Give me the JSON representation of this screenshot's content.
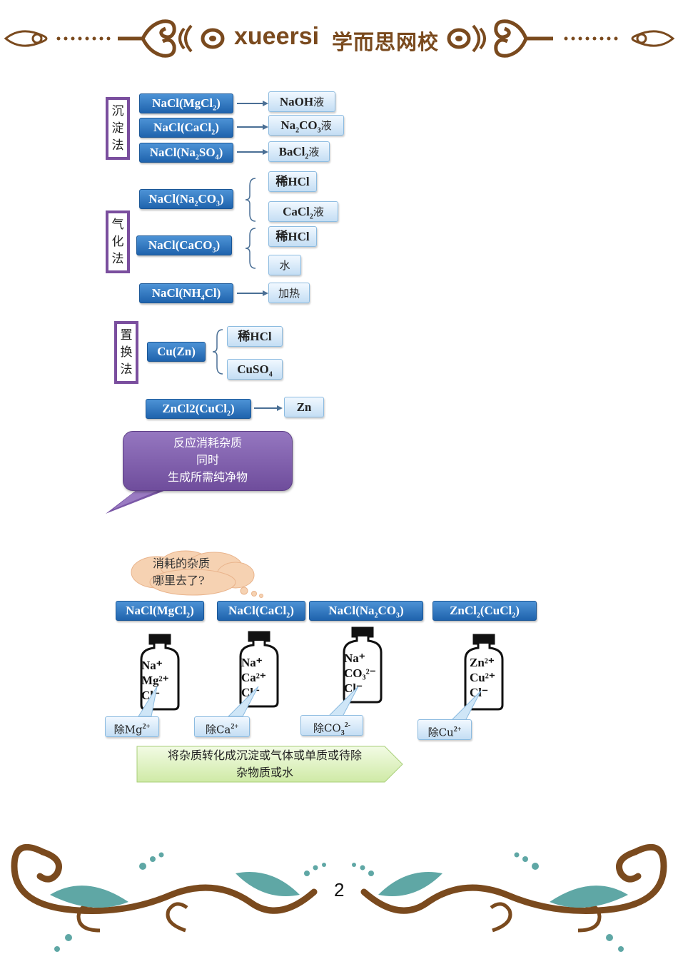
{
  "header": {
    "brand_en": "xueersi",
    "brand_cn": "学而思网校"
  },
  "section1": {
    "label": [
      "沉",
      "淀",
      "法"
    ],
    "rows": [
      {
        "impure": [
          "NaCl(MgCl",
          "2",
          ")"
        ],
        "reagent": [
          "NaOH",
          "",
          "液"
        ]
      },
      {
        "impure": [
          "NaCl(CaCl",
          "2",
          ")"
        ],
        "reagent": [
          "Na",
          "2",
          "CO",
          "3",
          "液"
        ]
      },
      {
        "impure": [
          "NaCl(Na",
          "2",
          "SO",
          "4",
          ")"
        ],
        "reagent": [
          "BaCl",
          "2",
          "液"
        ]
      }
    ]
  },
  "section2": {
    "label": [
      "气",
      "化",
      "法"
    ],
    "na2co3": {
      "impure": [
        "NaCl(Na",
        "2",
        "CO",
        "3",
        ")"
      ],
      "opt1": "稀HCl",
      "opt2": [
        "CaCl",
        "2",
        "液"
      ]
    },
    "caco3": {
      "impure": [
        "NaCl(CaCO",
        "3",
        ")"
      ],
      "opt1": "稀HCl",
      "opt2": "水"
    },
    "nh4cl": {
      "impure": [
        "NaCl(NH",
        "4",
        "Cl)"
      ],
      "reagent": "加热"
    }
  },
  "section3": {
    "label": [
      "置",
      "换",
      "法"
    ],
    "cuzn": {
      "impure": "Cu(Zn)",
      "opt1": "稀HCl",
      "opt2": [
        "CuSO",
        "4"
      ]
    },
    "zncl2": {
      "impure": [
        "ZnCl2(CuCl",
        "2",
        ")"
      ],
      "reagent": "Zn"
    }
  },
  "callout": {
    "line1": "反应消耗杂质",
    "line2": "同时",
    "line3": "生成所需纯净物"
  },
  "cloud": {
    "line1": "消耗的杂质",
    "line2": "哪里去了?"
  },
  "bottles": [
    {
      "title": [
        "NaCl(MgCl",
        "2",
        ")"
      ],
      "ions": [
        "Na⁺",
        "Mg²⁺",
        "Cl⁻"
      ],
      "remove": [
        "除Mg",
        "2+"
      ]
    },
    {
      "title": [
        "NaCl(CaCl",
        "2",
        ")"
      ],
      "ions": [
        "Na⁺",
        "Ca²⁺",
        "Cl⁻"
      ],
      "remove": [
        "除Ca",
        "2+"
      ]
    },
    {
      "title": [
        "NaCl(Na",
        "2",
        "CO",
        "3",
        ")"
      ],
      "ions": [
        "Na⁺",
        "CO₃²⁻",
        "Cl⁻"
      ],
      "remove": [
        "除CO",
        "3",
        "2-"
      ]
    },
    {
      "title": [
        "ZnCl",
        "2",
        "(CuCl",
        "2",
        ")"
      ],
      "ions": [
        "Zn²⁺",
        "Cu²⁺",
        "Cl⁻"
      ],
      "remove": [
        "除Cu",
        "2+"
      ]
    }
  ],
  "summary": {
    "line1": "将杂质转化成沉淀或气体或单质或待除",
    "line2": "杂物质或水"
  },
  "page_number": "2",
  "colors": {
    "brown": "#7a4a1e",
    "teal": "#5fa7a5",
    "purple": "#7a57a6",
    "blue": "#2f74c0",
    "green": "#e3f4c6"
  }
}
